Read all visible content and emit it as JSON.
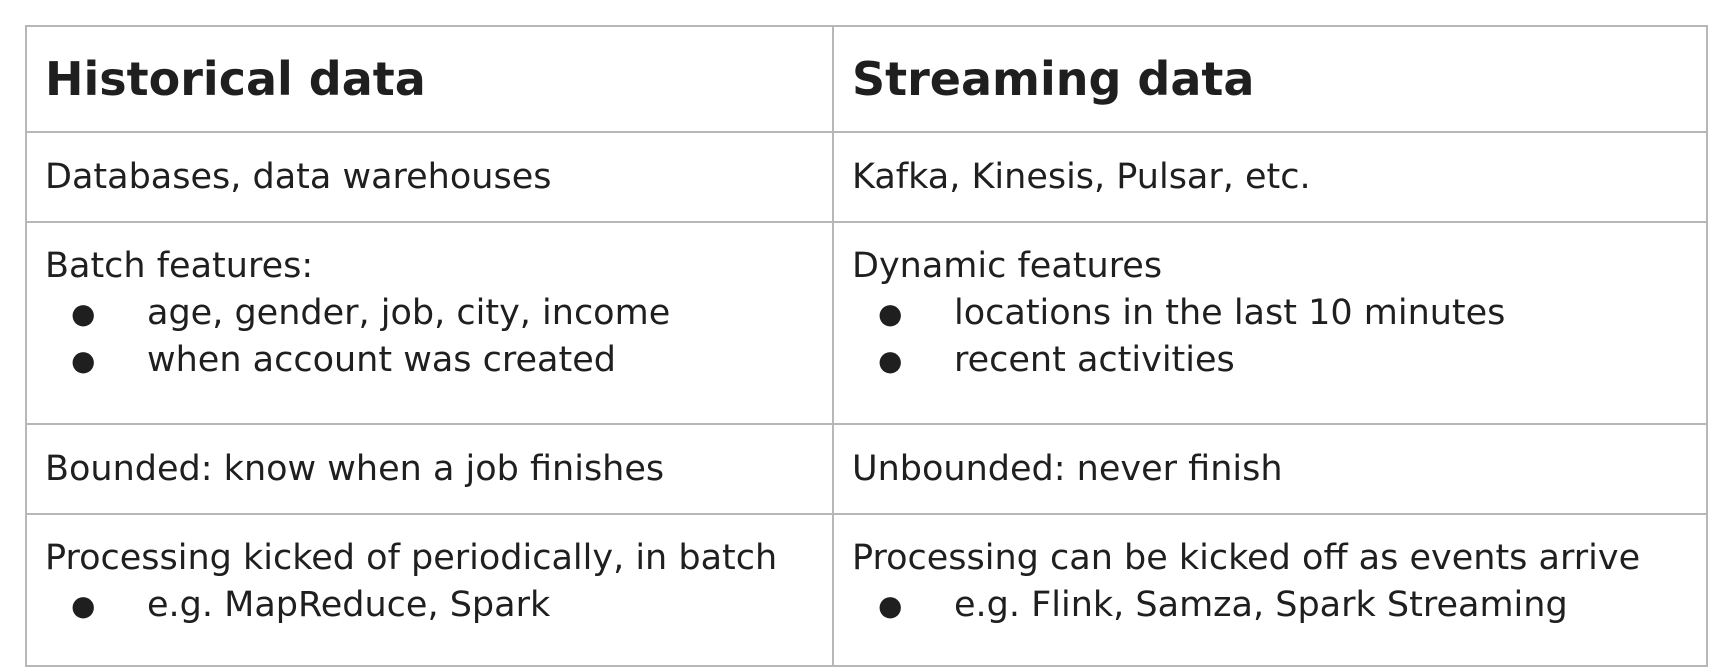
{
  "table": {
    "headers": [
      "Historical data",
      "Streaming data"
    ],
    "rows": [
      {
        "historical": {
          "text": "Databases, data warehouses",
          "bullets": []
        },
        "streaming": {
          "text": "Kafka, Kinesis, Pulsar, etc.",
          "bullets": []
        }
      },
      {
        "historical": {
          "text": "Batch features:",
          "bullets": [
            "age, gender, job, city, income",
            "when account was created"
          ]
        },
        "streaming": {
          "text": "Dynamic features",
          "bullets": [
            "locations in the last 10 minutes",
            "recent activities"
          ]
        }
      },
      {
        "historical": {
          "text": "Bounded: know when a job finishes",
          "bullets": []
        },
        "streaming": {
          "text": "Unbounded: never finish",
          "bullets": []
        }
      },
      {
        "historical": {
          "text": "Processing kicked of periodically, in batch",
          "bullets": [
            "e.g. MapReduce, Spark"
          ]
        },
        "streaming": {
          "text": "Processing can be kicked off as events arrive",
          "bullets": [
            "e.g. Flink, Samza, Spark Streaming"
          ]
        }
      }
    ],
    "bullet_glyph": "●"
  }
}
